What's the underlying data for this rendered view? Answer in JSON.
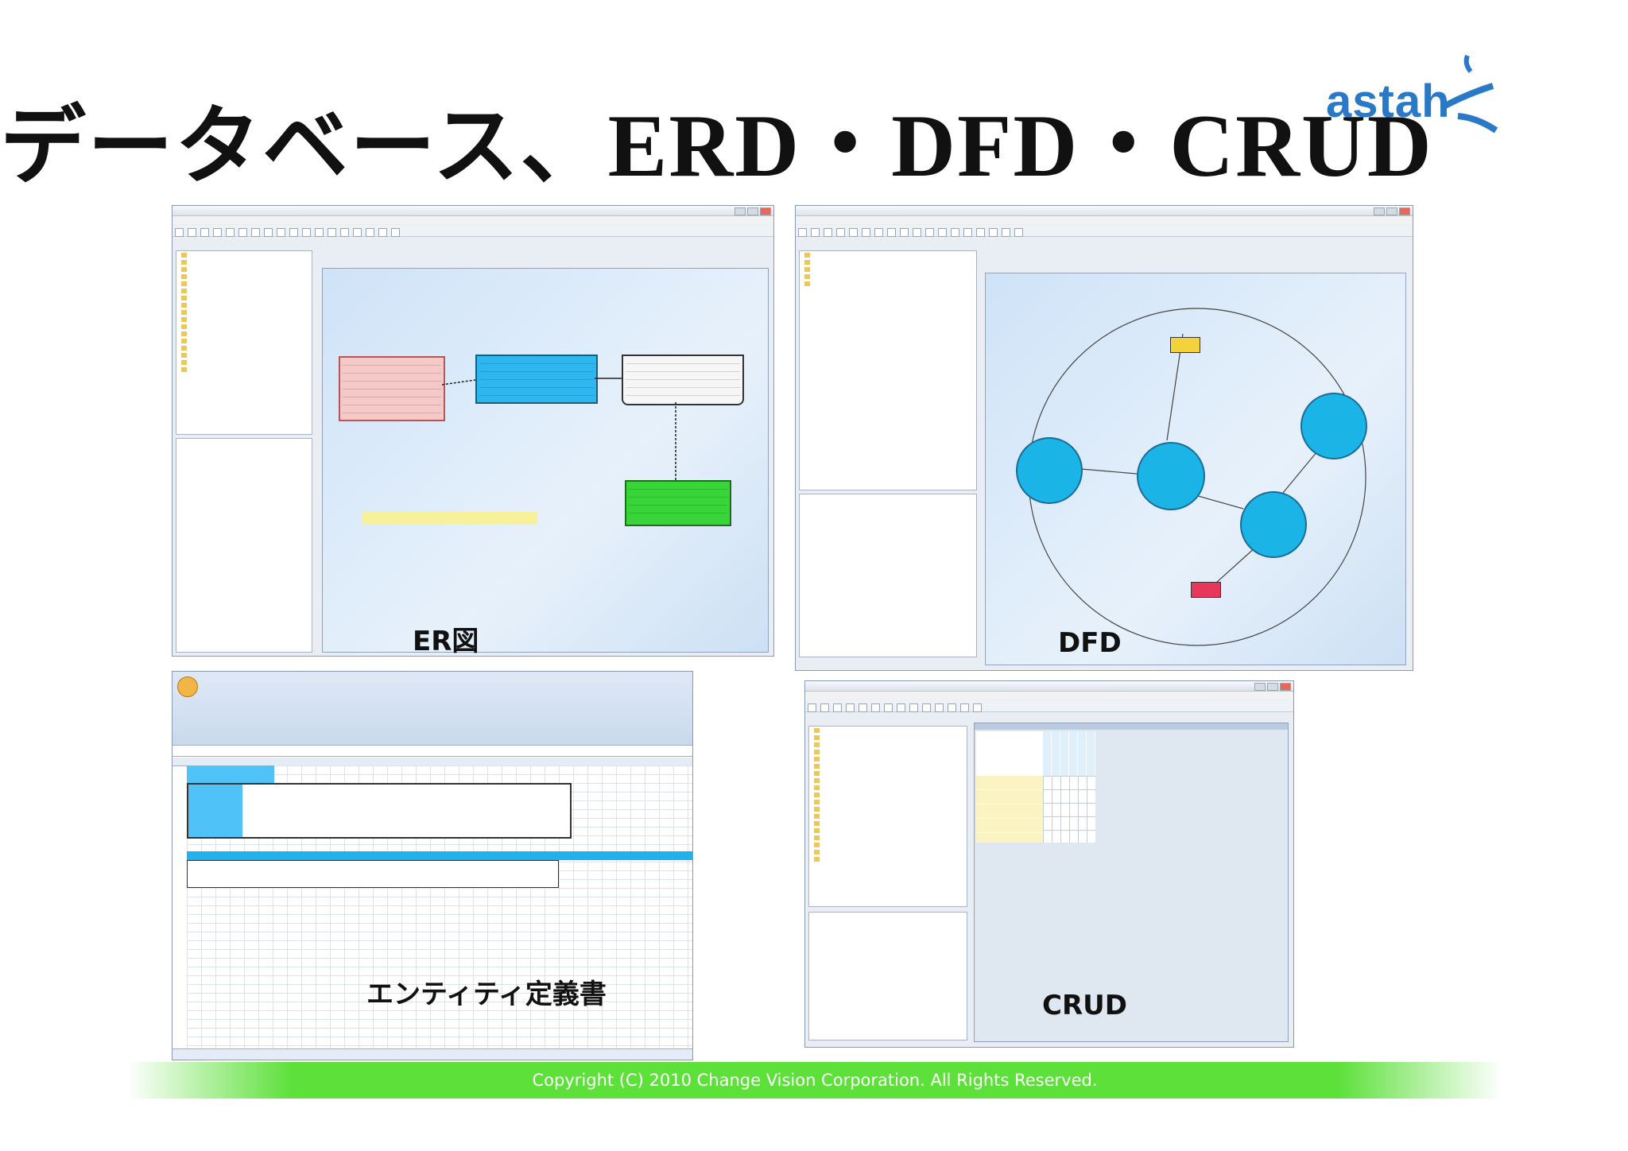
{
  "slide": {
    "title_jp": "データベース、",
    "title_en": "ERD・DFD・CRUD",
    "logo_text": "astah",
    "copyright": "Copyright (C) 2010 Change Vision Corporation. All Rights Reserved."
  },
  "screenshots": {
    "er": {
      "label": "ER図"
    },
    "dfd": {
      "label": "DFD"
    },
    "entity_def": {
      "label": "エンティティ定義書"
    },
    "crud": {
      "label": "CRUD"
    }
  },
  "colors": {
    "logo_blue": "#2a79c7",
    "footer_green": "#5de03a",
    "entity_pink": "#f6c9c9",
    "entity_blue": "#2fb6ef",
    "entity_green": "#39d43a",
    "process_cyan": "#1bb4e6",
    "external_yellow": "#f4d23c",
    "external_red": "#e8365c",
    "excel_header": "#4fc3f7"
  }
}
